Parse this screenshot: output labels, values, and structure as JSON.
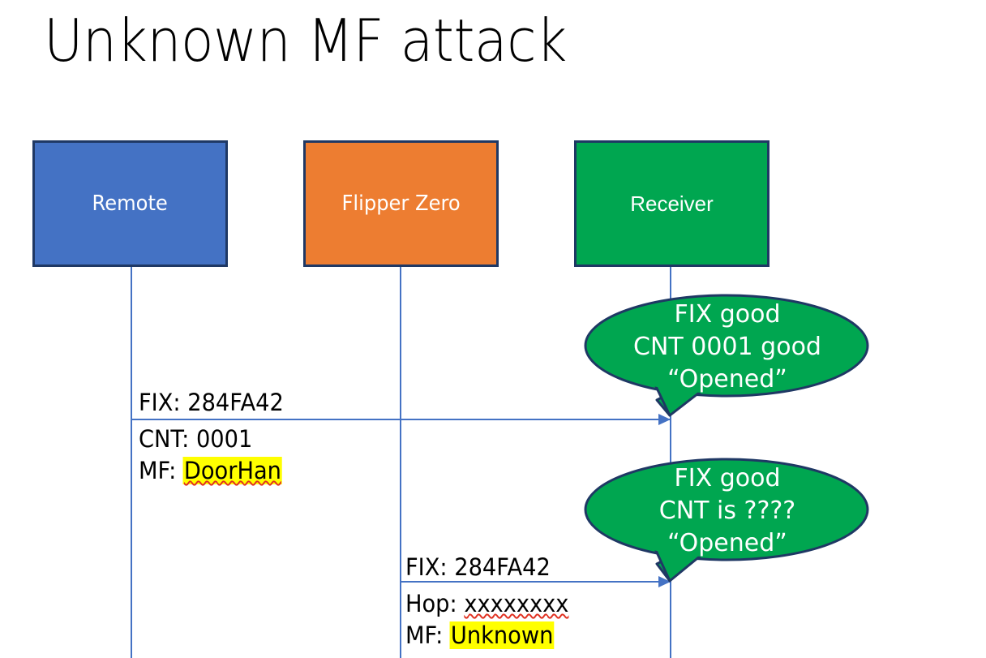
{
  "slide": {
    "title": "Unknown MF attack",
    "background": "#ffffff"
  },
  "colors": {
    "remote": "#4472C4",
    "flipper": "#ED7D31",
    "receiver": "#00A650",
    "box_border": "#1F3864",
    "lifeline": "#4472C4",
    "arrow": "#4472C4",
    "highlight": "#FFFF00",
    "spellcheck_underline": "#E03020",
    "text": "#000000",
    "box_label_text": "#FFFFFF"
  },
  "actors": [
    {
      "id": "remote",
      "label": "Remote"
    },
    {
      "id": "flipper",
      "label": "Flipper Zero"
    },
    {
      "id": "receiver",
      "label": "Receiver"
    }
  ],
  "messages": [
    {
      "id": "message-1",
      "from": "remote",
      "to": "receiver",
      "lines": [
        {
          "label": "FIX: ",
          "value": "284FA42",
          "highlight": false,
          "spellcheck": false
        },
        {
          "label": "CNT: ",
          "value": "0001",
          "highlight": false,
          "spellcheck": false
        },
        {
          "label": "MF: ",
          "value": "DoorHan",
          "highlight": true,
          "spellcheck": true
        }
      ]
    },
    {
      "id": "message-2",
      "from": "flipper",
      "to": "receiver",
      "lines": [
        {
          "label": "FIX: ",
          "value": "284FA42",
          "highlight": false,
          "spellcheck": false
        },
        {
          "label": "Hop: ",
          "value": "xxxxxxxx",
          "highlight": false,
          "spellcheck": true
        },
        {
          "label": "MF: ",
          "value": "Unknown",
          "highlight": true,
          "spellcheck": false
        }
      ]
    }
  ],
  "bubbles": [
    {
      "id": "bubble-1",
      "lines": [
        "FIX good",
        "CNT 0001 good",
        "“Opened”"
      ]
    },
    {
      "id": "bubble-2",
      "lines": [
        "FIX good",
        "CNT is ????",
        "“Opened”"
      ]
    }
  ]
}
